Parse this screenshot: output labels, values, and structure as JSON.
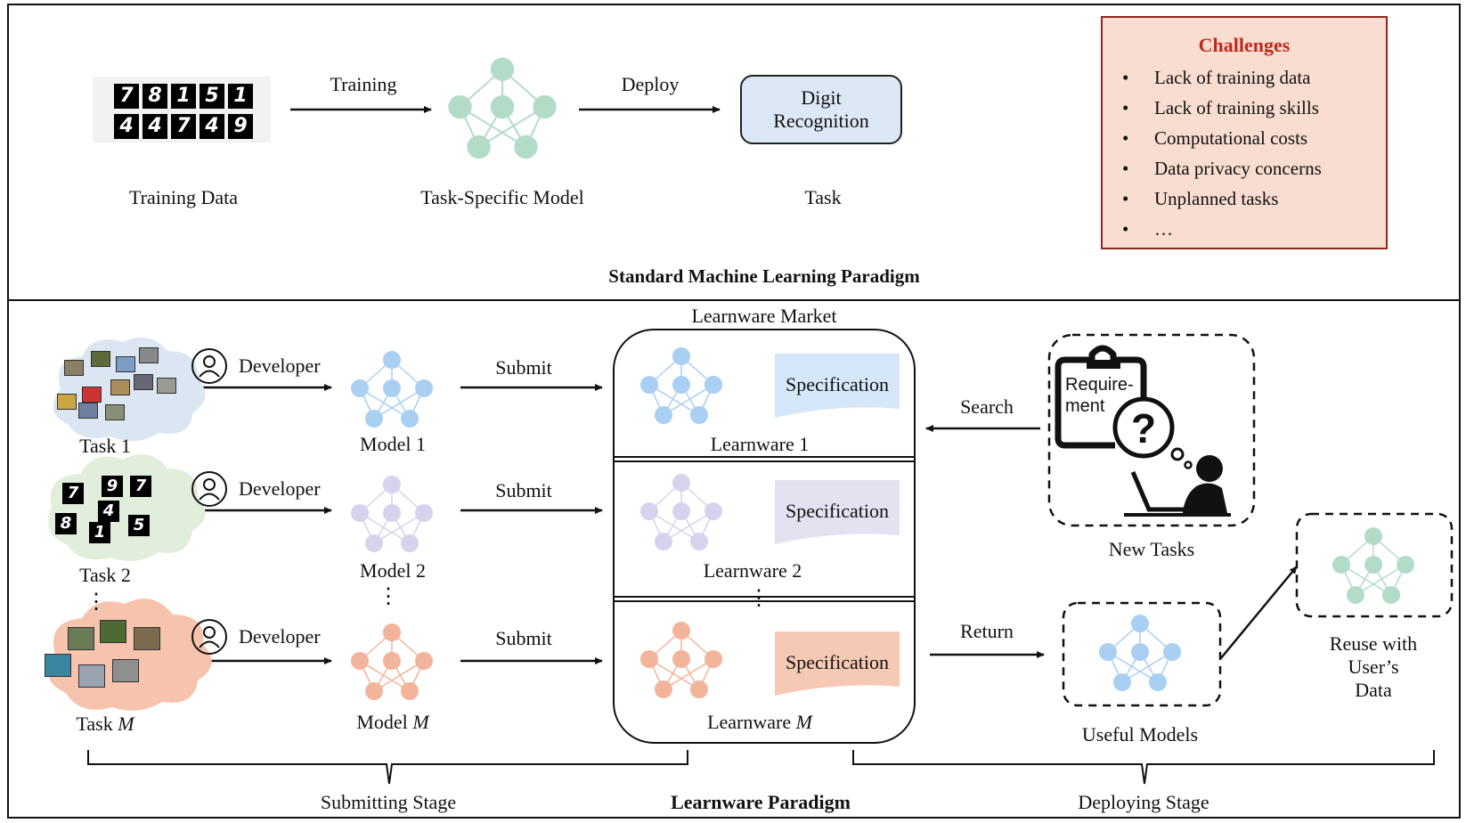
{
  "top": {
    "training_label": "Training",
    "deploy_label": "Deploy",
    "training_data_caption": "Training Data",
    "model_caption": "Task-Specific Model",
    "task_caption": "Task",
    "task_box": "Digit Recognition",
    "digits_row1": [
      "7",
      "8",
      "1",
      "5",
      "1"
    ],
    "digits_row2": [
      "4",
      "4",
      "7",
      "4",
      "9"
    ],
    "section_title": "Standard Machine Learning Paradigm"
  },
  "challenges": {
    "title": "Challenges",
    "items": [
      "Lack of training data",
      "Lack of training skills",
      "Computational costs",
      "Data privacy concerns",
      "Unplanned tasks",
      "…"
    ]
  },
  "bottom": {
    "market_title": "Learnware Market",
    "developer_label": "Developer",
    "submit_label": "Submit",
    "spec_label": "Specification",
    "search_label": "Search",
    "return_label": "Return",
    "rows": [
      {
        "task": "Task 1",
        "model": "Model 1",
        "learnware": "Learnware 1",
        "color": "#a9cff3",
        "spec_color": "#d5e7f8"
      },
      {
        "task": "Task 2",
        "model": "Model 2",
        "learnware": "Learnware 2",
        "color": "#d6d3ec",
        "spec_color": "#e4e1f1"
      },
      {
        "task": "Task ",
        "task_italic": "M",
        "model": "Model ",
        "model_italic": "M",
        "learnware": "Learnware ",
        "learnware_italic": "M",
        "color": "#f2b49a",
        "spec_color": "#f6c9b4"
      }
    ],
    "task2_digits": [
      "7",
      "9",
      "7",
      "4",
      "8",
      "1",
      "5"
    ],
    "ellipsis": "⋮",
    "requirement_text": "Require-\nment",
    "new_tasks_caption": "New Tasks",
    "useful_models_caption": "Useful Models",
    "reuse_caption": "Reuse with\nUser’s Data",
    "submitting_stage": "Submitting Stage",
    "deploying_stage": "Deploying Stage",
    "section_title": "Learnware Paradigm",
    "colors": {
      "blue": "#a9cff3",
      "green": "#b3dcc8",
      "purple": "#d6d3ec",
      "orange": "#f2b49a"
    }
  }
}
